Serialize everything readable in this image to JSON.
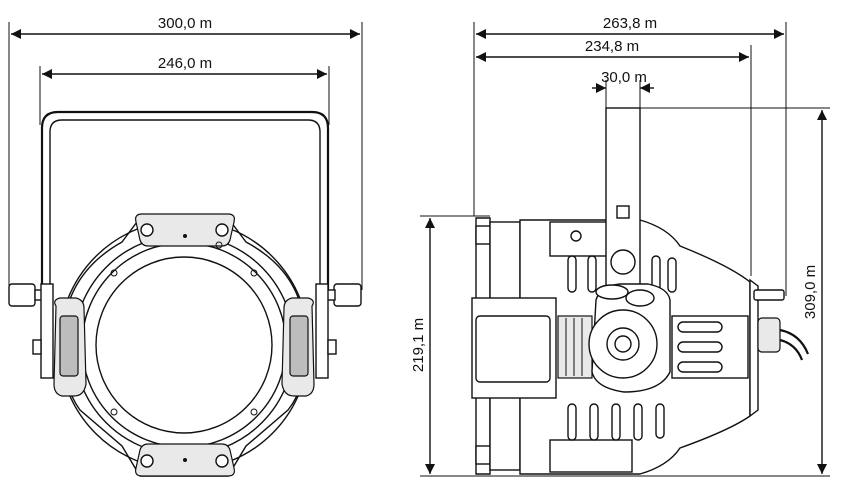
{
  "dimensions": {
    "front_total_width": "300,0 m",
    "front_yoke_width": "246,0 m",
    "side_total_depth": "263,8 m",
    "side_body_depth": "234,8 m",
    "side_yoke_width": "30,0 m",
    "side_body_height": "219,1 m",
    "side_total_height": "309,0 m"
  }
}
